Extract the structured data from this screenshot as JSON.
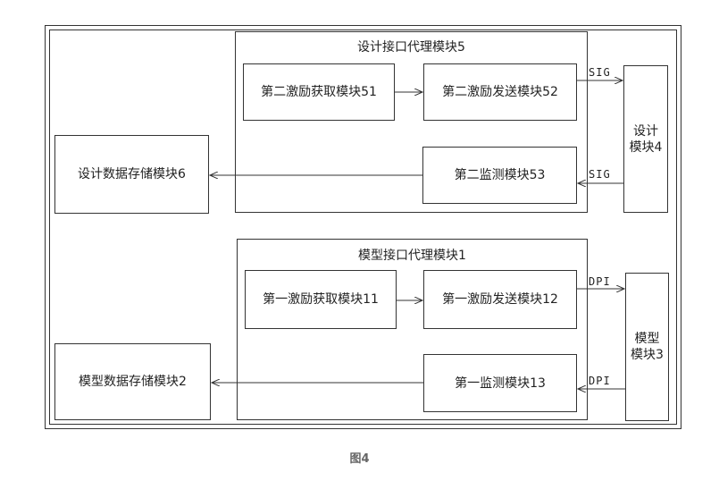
{
  "design_interface": {
    "title": "设计接口代理模块5",
    "acquire": "第二激励获取模块51",
    "send": "第二激励发送模块52",
    "monitor": "第二监测模块53"
  },
  "model_interface": {
    "title": "模型接口代理模块1",
    "acquire": "第一激励获取模块11",
    "send": "第一激励发送模块12",
    "monitor": "第一监测模块13"
  },
  "design_storage": "设计数据存储模块6",
  "model_storage": "模型数据存储模块2",
  "design_module": "设计\n模块4",
  "model_module": "模型\n模块3",
  "signals": {
    "sig_out": "SIG",
    "sig_in": "SIG",
    "dpi_out": "DPI",
    "dpi_in": "DPI"
  },
  "caption": "图4"
}
